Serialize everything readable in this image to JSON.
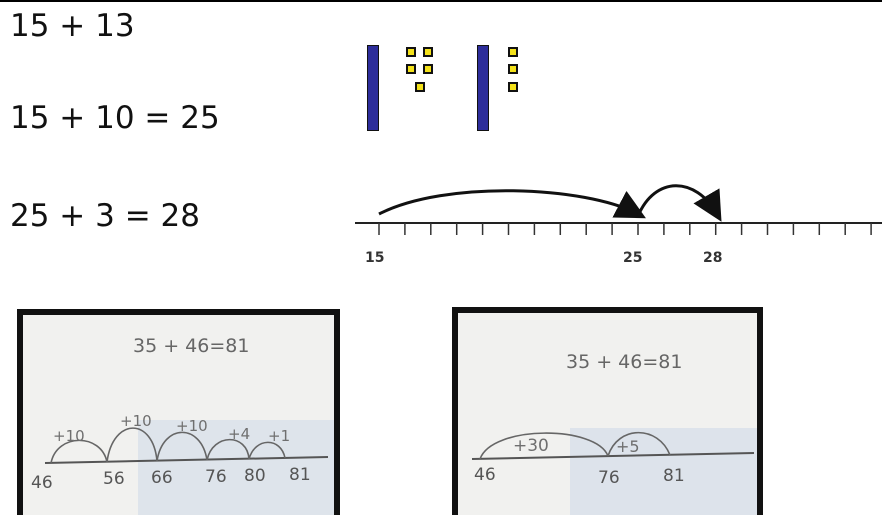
{
  "equations": {
    "problem": "15 + 13",
    "step1": "15 + 10 = 25",
    "step2": "25 + 3 = 28"
  },
  "number_line": {
    "labels": [
      "15",
      "25",
      "28"
    ]
  },
  "photo_left": {
    "sum": "35 + 46=81",
    "jumps": [
      "+10",
      "+10",
      "+10",
      "+4",
      "+1"
    ],
    "numbers": [
      "46",
      "56",
      "66",
      "76",
      "80",
      "81"
    ]
  },
  "photo_right": {
    "sum": "35 + 46=81",
    "jumps": [
      "+30",
      "+5"
    ],
    "numbers": [
      "46",
      "76",
      "81"
    ]
  },
  "colors": {
    "rod": "#2d2d9a",
    "cube": "#f4e21a"
  }
}
